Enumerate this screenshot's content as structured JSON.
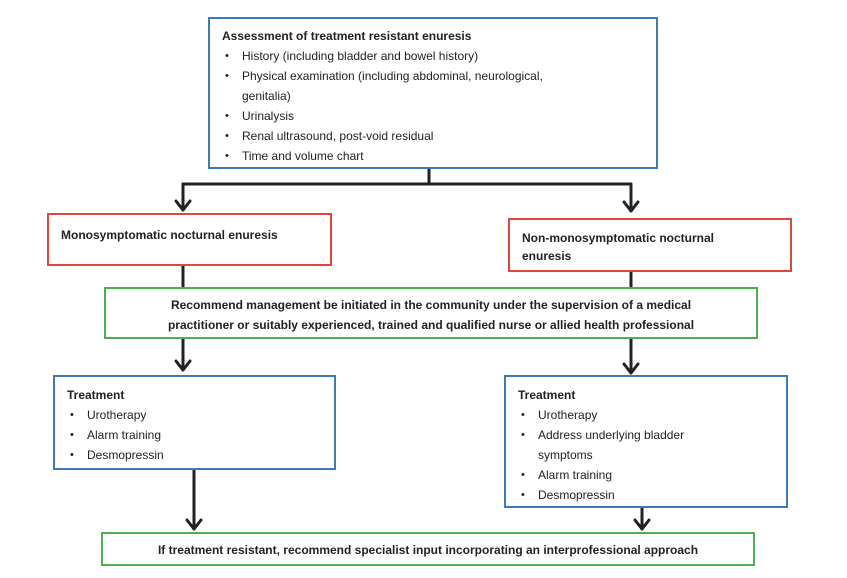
{
  "assessment": {
    "title": "Assessment of treatment resistant enuresis",
    "items": [
      "History (including bladder and bowel history)",
      "Physical examination (including abdominal, neurological, genitalia)",
      "Urinalysis",
      "Renal ultrasound, post-void residual",
      "Time and volume chart"
    ]
  },
  "mono": {
    "title": "Monosymptomatic nocturnal enuresis"
  },
  "nonmono": {
    "title": "Non-monosymptomatic nocturnal enuresis"
  },
  "recommend": {
    "line1": "Recommend management be initiated in the community under the supervision of a medical",
    "line2": "practitioner or suitably experienced, trained and qualified nurse or allied health professional"
  },
  "treatment_left": {
    "title": "Treatment",
    "items": [
      "Urotherapy",
      "Alarm training",
      "Desmopressin"
    ]
  },
  "treatment_right": {
    "title": "Treatment",
    "items": [
      "Urotherapy",
      "Address underlying bladder symptoms",
      "Alarm training",
      "Desmopressin"
    ]
  },
  "specialist": {
    "text": "If treatment resistant, recommend specialist input incorporating an interprofessional approach"
  },
  "colors": {
    "assessment_border": "#3d7ab8",
    "enuresis_border": "#e0473a",
    "community_border": "#4cb050",
    "connector": "#222222"
  }
}
